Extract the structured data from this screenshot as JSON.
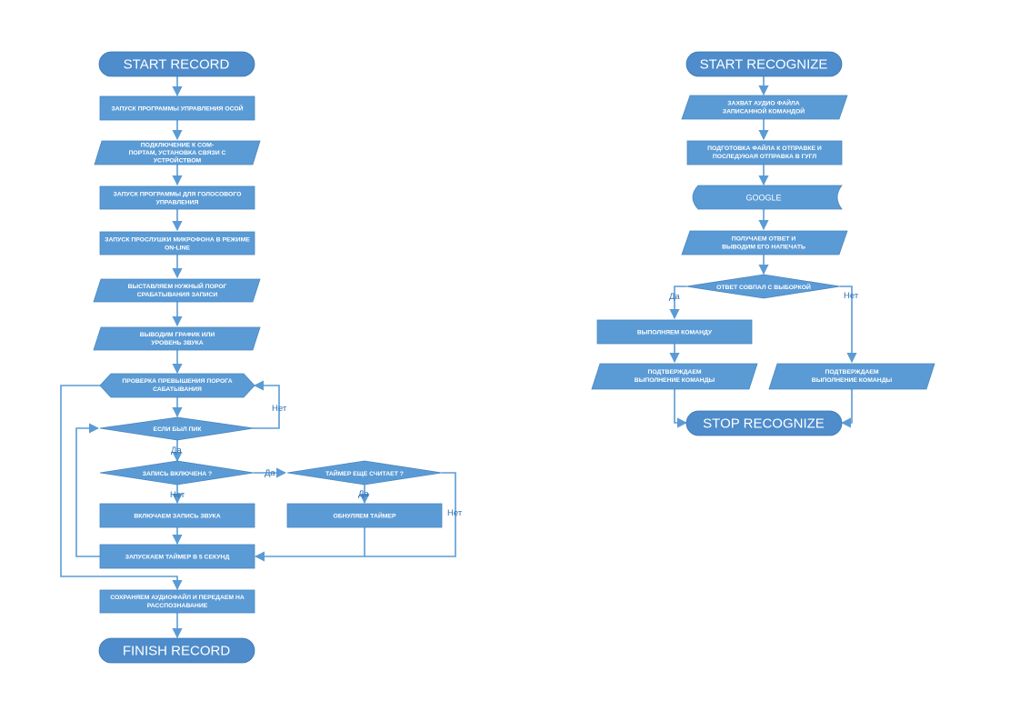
{
  "record": {
    "start": "START RECORD",
    "finish": "FINISH RECORD",
    "steps": [
      "ЗАПУСК ПРОГРАММЫ УПРАВЛЕНИЯ ОСОЙ",
      [
        "ПОДКЛЮЧЕНИЕ К COM-",
        "ПОРТАМ, УСТАНОВКА СВЯЗИ С",
        "УСТРОЙСТВОМ"
      ],
      [
        "ЗАПУСК ПРОГРАММЫ ДЛЯ ГОЛОСОВОГО",
        "УПРАВЛЕНИЯ"
      ],
      [
        "ЗАПУСК ПРОСЛУШКИ МИКРОФОНА В РЕЖИМЕ",
        "ON-LINE"
      ],
      [
        "ВЫСТАВЛЯЕМ НУЖНЫЙ ПОРОГ",
        "СРАБАТЫВАНИЯ ЗАПИСИ"
      ],
      [
        "ВЫВОДИМ ГРАФИК ИЛИ",
        "УРОВЕНЬ ЗВУКА"
      ]
    ],
    "threshold_check": [
      "ПРОВЕРКА ПРЕВЫШЕНИЯ ПОРОГА",
      "САБАТЫВАНИЯ"
    ],
    "peak_check": "ЕСЛИ БЫЛ ПИК",
    "recording_on_check": "ЗАПИСЬ ВКЛЮЧЕНА ?",
    "timer_running_check": "ТАЙМЕР ЕЩЕ СЧИТАЕТ ?",
    "enable_recording": "ВКЛЮЧАЕМ ЗАПИСЬ ЗВУКА",
    "reset_timer": "ОБНУЛЯЕМ ТАЙМЕР",
    "start_timer": "ЗАПУСКАЕМ ТАЙМЕР В 5 СЕКУНД",
    "save_file": [
      "СОХРАНЯЕМ АУДИОФАЙЛ И ПЕРЕДАЕМ НА",
      "РАССПОЗНАВАНИЕ"
    ]
  },
  "recognize": {
    "start": "START RECOGNIZE",
    "stop": "STOP RECOGNIZE",
    "capture": [
      "ЗАХВАТ АУДИО ФАЙЛА",
      "ЗАПИСАННОЙ КОМАНДОЙ"
    ],
    "prepare": [
      "ПОДГОТОВКА ФАЙЛА К ОТПРАВКЕ И",
      "ПОСЛЕДУЮАЯ ОТПРАВКА В ГУГЛ"
    ],
    "google": "GOOGLE",
    "answer": [
      "ПОЛУЧАЕМ ОТВЕТ И",
      "ВЫВОДИМ ЕГО НАПЕЧАТЬ"
    ],
    "match_check": "ОТВЕТ СОВПАЛ С ВЫБОРКОЙ",
    "execute": "ВЫПОЛНЯЕМ КОМАНДУ",
    "confirm_yes": [
      "ПОДТВЕРЖДАЕМ",
      "ВЫПОЛНЕНИЕ КОМАНДЫ"
    ],
    "confirm_no": [
      "ПОДТВЕРЖДАЕМ",
      "ВЫПОЛНЕНИЕ КОМАНДЫ"
    ]
  },
  "labels": {
    "yes": "Да",
    "no": "Нет"
  }
}
